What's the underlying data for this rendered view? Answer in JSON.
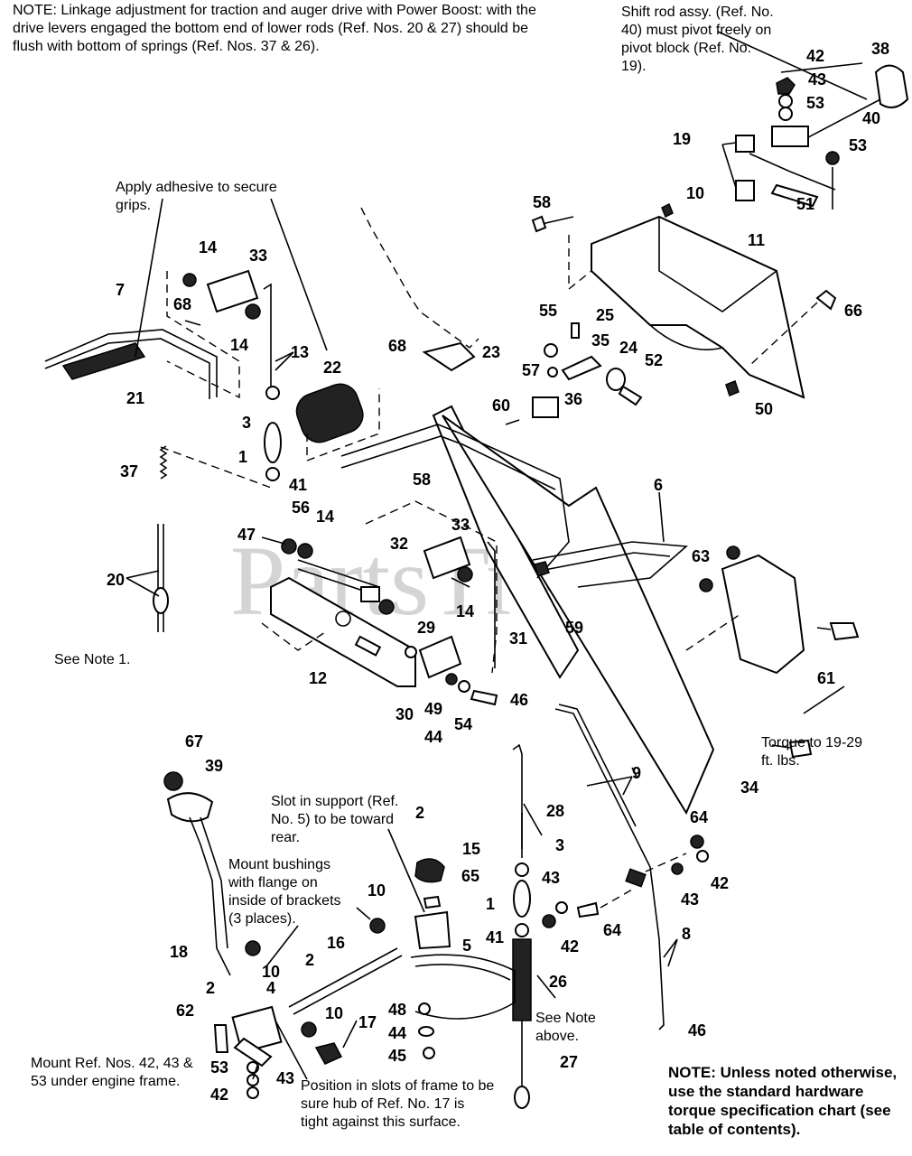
{
  "notes": {
    "top": "NOTE: Linkage adjustment for traction and auger drive with Power Boost: with the drive levers engaged the bottom end of lower rods (Ref. Nos. 20 & 27) should be flush with bottom of springs (Ref. Nos. 37 & 26).",
    "shift_rod": "Shift rod assy. (Ref. No. 40) must pivot freely on pivot block (Ref. No. 19).",
    "adhesive": "Apply adhesive to secure grips.",
    "see_note_1": "See Note 1.",
    "torque": "Torque to 19-29 ft. lbs.",
    "slot_support": "Slot in support (Ref. No. 5) to be toward rear.",
    "mount_bushings": "Mount bushings with flange on inside of brackets (3 places).",
    "see_note_above": "See Note above.",
    "mount_ref": "Mount Ref. Nos. 42, 43 & 53 under engine frame.",
    "position_slots": "Position in slots of frame to be sure hub of Ref. No. 17 is tight against this surface.",
    "bottom_right": "NOTE: Unless noted otherwise, use the standard hardware torque specification chart (see table of contents)."
  },
  "watermark": "PartsTree",
  "callouts": {
    "c42a": "42",
    "c43a": "43",
    "c53a": "53",
    "c38": "38",
    "c40": "40",
    "c19": "19",
    "c53b": "53",
    "c51": "51",
    "c10a": "10",
    "c11": "11",
    "c58a": "58",
    "c66": "66",
    "c50": "50",
    "c14a": "14",
    "c33a": "33",
    "c68a": "68",
    "c14b": "14",
    "c7": "7",
    "c21": "21",
    "c13": "13",
    "c22": "22",
    "c3a": "3",
    "c1a": "1",
    "c41a": "41",
    "c37": "37",
    "c20": "20",
    "c68b": "68",
    "c23": "23",
    "c55": "55",
    "c25": "25",
    "c35": "35",
    "c57": "57",
    "c24": "24",
    "c52": "52",
    "c60": "60",
    "c36": "36",
    "c58b": "58",
    "c33b": "33",
    "c6": "6",
    "c63": "63",
    "c47": "47",
    "c56": "56",
    "c14c": "14",
    "c32": "32",
    "c14d": "14",
    "c59": "59",
    "c61": "61",
    "c12": "12",
    "c29": "29",
    "c31": "31",
    "c30": "30",
    "c49": "49",
    "c44a": "44",
    "c54": "54",
    "c46a": "46",
    "c34": "34",
    "c9": "9",
    "c67": "67",
    "c39": "39",
    "c2a": "2",
    "c15": "15",
    "c28": "28",
    "c3b": "3",
    "c65": "65",
    "c1b": "1",
    "c10b": "10",
    "c5": "5",
    "c41b": "41",
    "c64a": "64",
    "c42b": "42",
    "c43b": "43",
    "c43c": "43",
    "c42c": "42",
    "c64b": "64",
    "c8": "8",
    "c18": "18",
    "c10c": "10",
    "c2b": "2",
    "c16": "16",
    "c26": "26",
    "c2c": "2",
    "c4": "4",
    "c62": "62",
    "c10d": "10",
    "c17": "17",
    "c48": "48",
    "c44b": "44",
    "c45": "45",
    "c27": "27",
    "c53c": "53",
    "c43d": "43",
    "c42d": "42",
    "c46b": "46"
  }
}
